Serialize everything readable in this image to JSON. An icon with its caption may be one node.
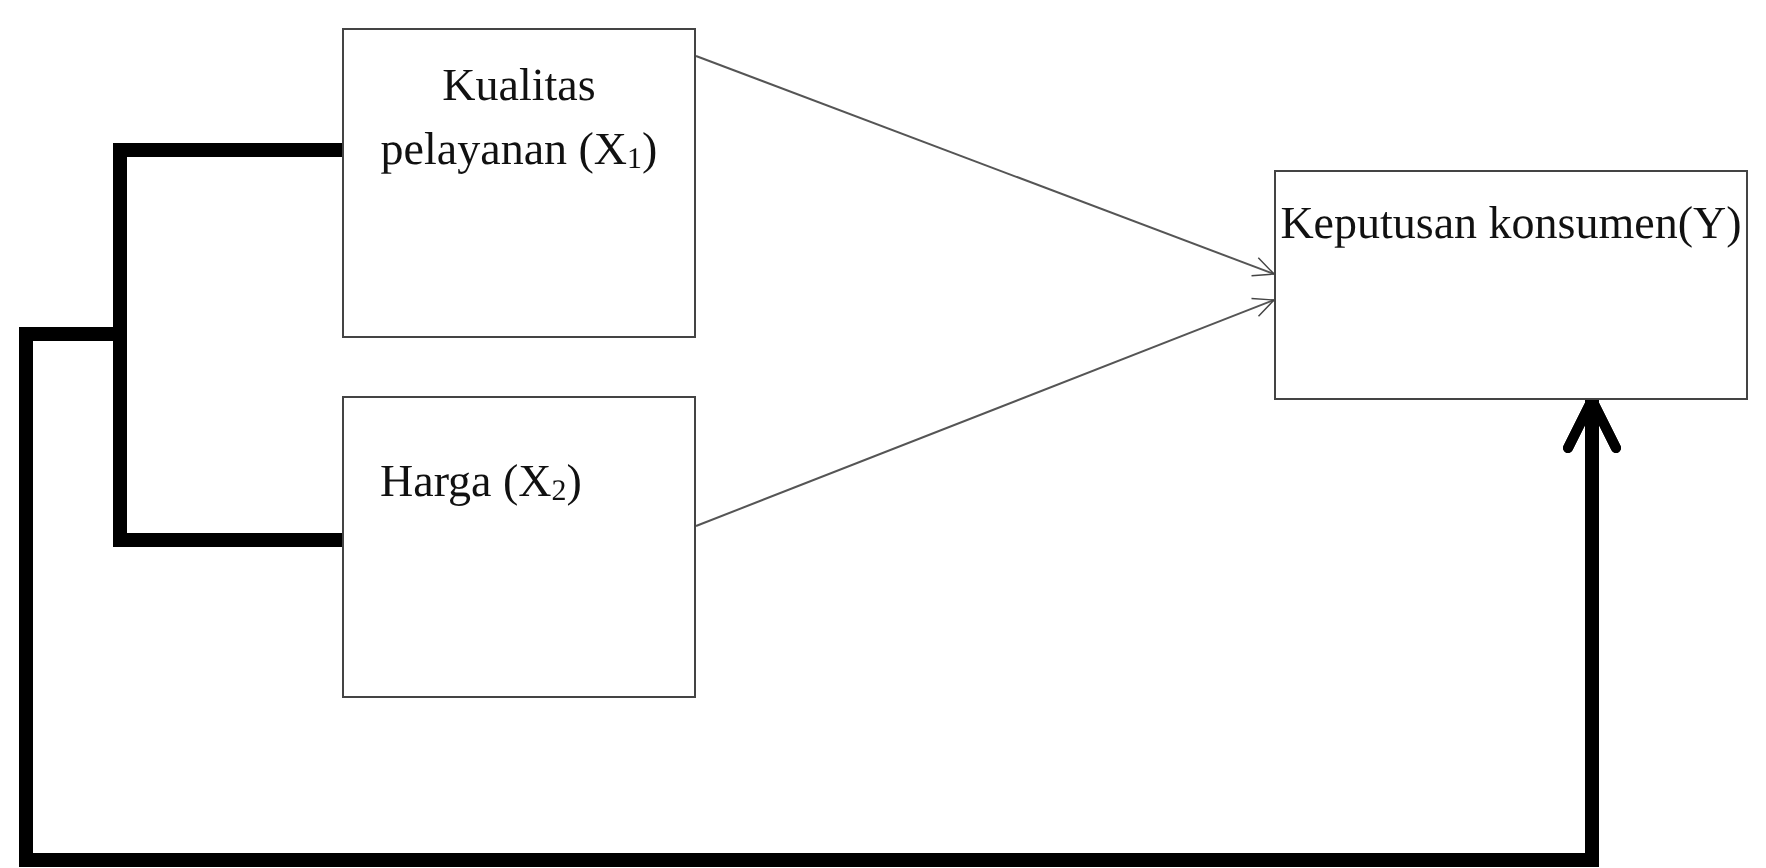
{
  "diagram": {
    "nodes": [
      {
        "text": [
          "Kualitas pelayanan (X$_{1}$)"
        ]
      },
      {
        "text": [
          "Harga (X$_{2}$)"
        ]
      },
      {
        "text": [
          "Keputusan konsumen(Y)"
        ]
      }
    ],
    "edges": [
      {
        "from": 0,
        "to": 2,
        "arrow": "to"
      },
      {
        "from": 1,
        "to": 2,
        "arrow": "to"
      },
      {
        "from": 0,
        "to": 2,
        "arrow": "to",
        "style": "thick"
      },
      {
        "from": 1,
        "to": 2,
        "arrow": "to",
        "style": "thick"
      }
    ]
  }
}
